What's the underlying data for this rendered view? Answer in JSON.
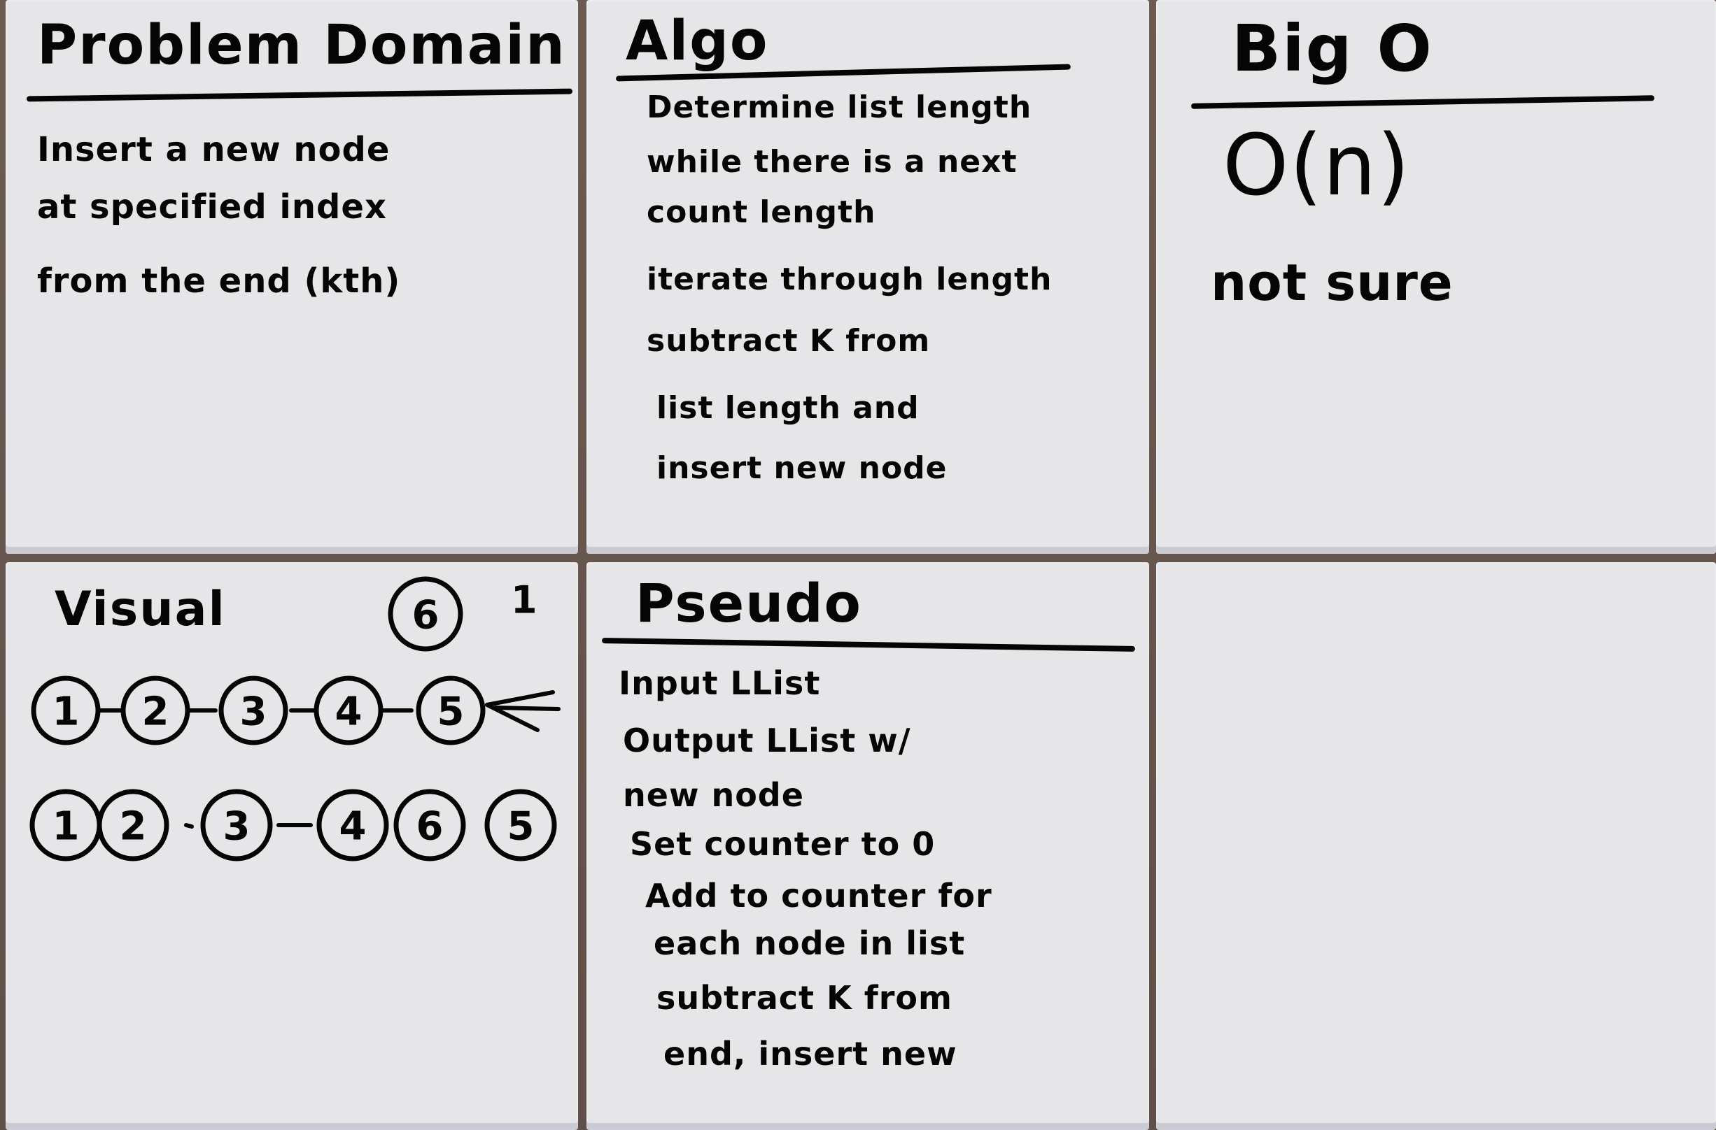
{
  "tiles": {
    "problem_domain": {
      "heading": "Problem Domain",
      "lines": [
        "Insert a new node",
        "at specified index",
        "from the end (kth)"
      ]
    },
    "algo": {
      "heading": "Algo",
      "lines": [
        "Determine list length",
        "while there is a next",
        "count length",
        "iterate through length",
        "subtract K from",
        "list length and",
        "insert new node"
      ]
    },
    "big_o": {
      "heading": "Big O",
      "complexity": "O(n)",
      "note": "not sure"
    },
    "visual": {
      "heading": "Visual",
      "new_node": "6",
      "k_value": "1",
      "before_list": [
        "1",
        "2",
        "3",
        "4",
        "5"
      ],
      "after_list": [
        "1",
        "2",
        "3",
        "4",
        "6",
        "5"
      ]
    },
    "pseudo": {
      "heading": "Pseudo",
      "lines": [
        "Input LList",
        "Output LList w/",
        "new node",
        "Set counter to 0",
        "Add to counter for",
        "each node in list",
        "subtract K from",
        "end, insert new"
      ]
    }
  },
  "colors": {
    "ink": "#050505",
    "tile": "#e6e6e8",
    "grout": "#6b5a52"
  }
}
